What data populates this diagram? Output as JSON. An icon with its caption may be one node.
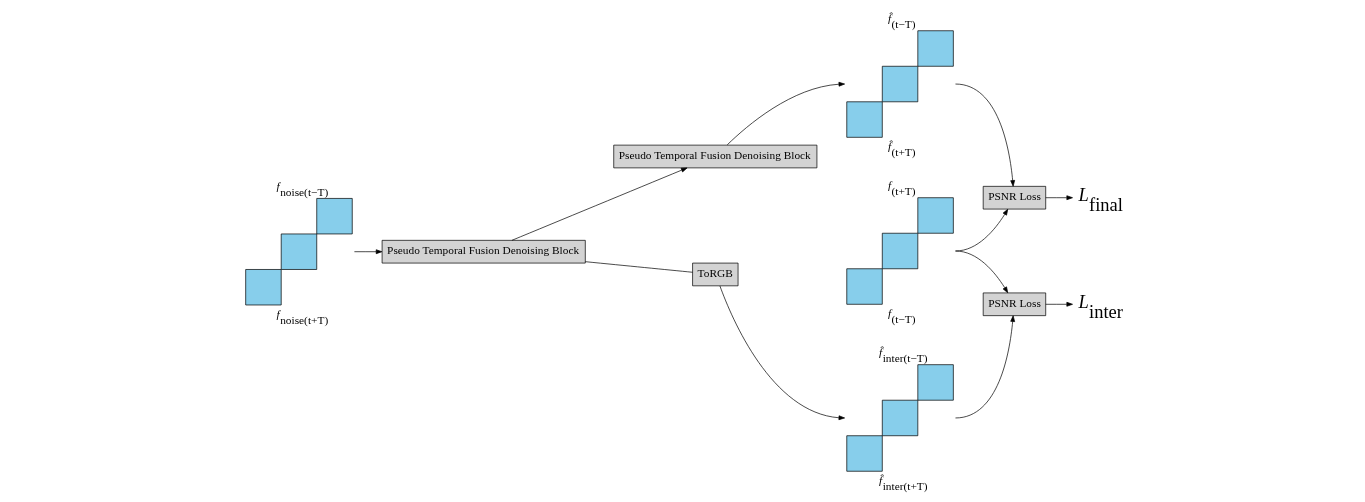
{
  "diagram": {
    "nodes": [
      {
        "text": [],
        "shape": "box",
        "beside": [
          "*f*$_{noise(t−T)}$",
          "*f*$_{noise(t+T)}$"
        ]
      },
      {
        "text": [
          "Pseudo Temporal Fusion Denoising Block"
        ]
      },
      {
        "text": [
          "Pseudo Temporal Fusion Denoising Block"
        ]
      },
      {
        "text": [],
        "shape": "box",
        "beside": [
          "*f̂*$_{(t−T)}$",
          "*f̂*$_{(t+T)}$"
        ]
      },
      {
        "text": [
          "ToRGB"
        ]
      },
      {
        "text": [
          "PSNR Loss"
        ]
      },
      {
        "text": [
          "*L*$_{final}$"
        ]
      },
      {
        "text": [],
        "shape": "box",
        "beside": [
          "*f̂*$_{inter(t−T)}$",
          "*f̂*$_{inter(t+T)}$"
        ]
      },
      {
        "text": [
          "PSNR Loss"
        ]
      },
      {
        "text": [
          "*L*$_{inter}$"
        ]
      },
      {
        "text": [],
        "shape": "box",
        "beside": [
          "*f*$_{(t+T)}$",
          "*f*$_{(t−T)}$"
        ]
      }
    ],
    "edges": [
      {
        "from": 0,
        "to": 1,
        "arrow": "to"
      },
      {
        "from": 1,
        "to": 2,
        "arrow": "to"
      },
      {
        "from": 1,
        "to": 4,
        "arrow": "none"
      },
      {
        "from": 2,
        "to": 3,
        "arrow": "to"
      },
      {
        "from": 3,
        "to": 5,
        "arrow": "to"
      },
      {
        "from": 5,
        "to": 6,
        "arrow": "to"
      },
      {
        "from": 4,
        "to": 7,
        "arrow": "to"
      },
      {
        "from": 7,
        "to": 8,
        "arrow": "to"
      },
      {
        "from": 10,
        "to": 8,
        "arrow": "to"
      },
      {
        "from": 10,
        "to": 5,
        "arrow": "to"
      },
      {
        "from": 8,
        "to": 9,
        "arrow": "to"
      }
    ]
  }
}
